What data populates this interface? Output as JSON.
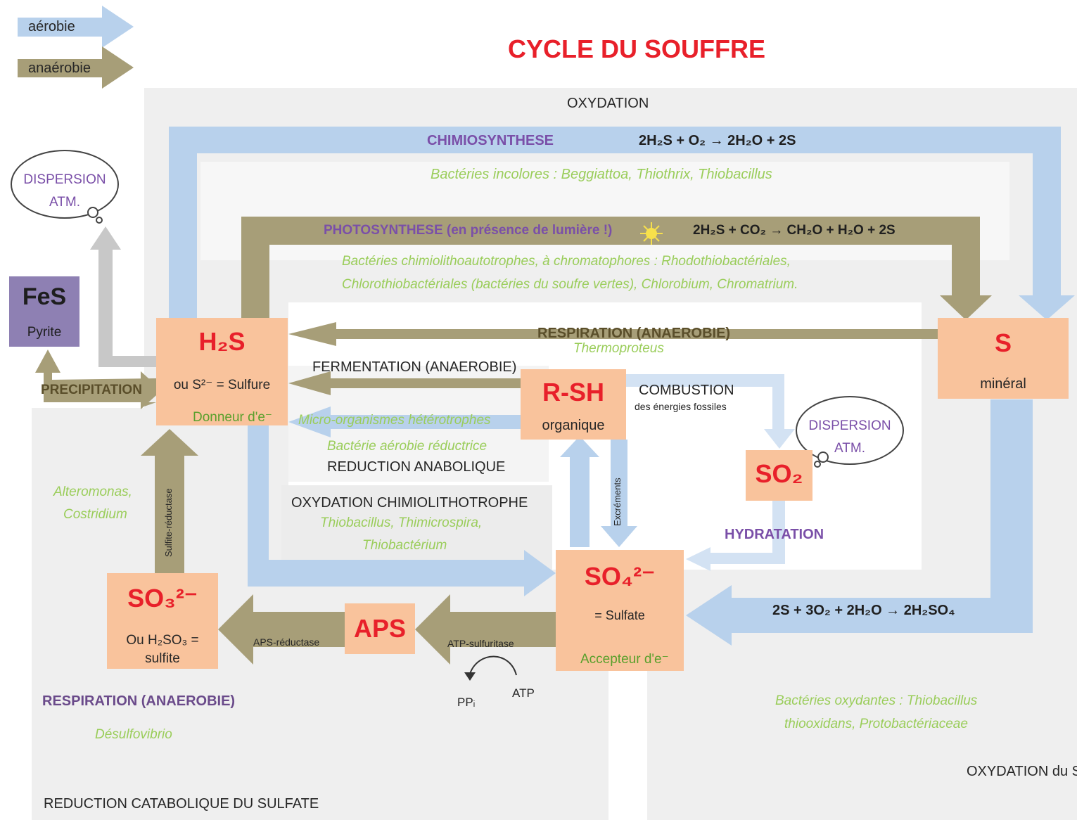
{
  "title": "CYCLE DU SOUFFRE",
  "legend": {
    "aerobic": "aérobie",
    "anaerobic": "anaérobie"
  },
  "colors": {
    "aerobic": "#b8d1ec",
    "anaerobic": "#a79e78",
    "box": "#f9c39c",
    "title": "#e8202a",
    "fes": "#8e80b3"
  },
  "labels": {
    "oxydation": "OXYDATION",
    "chimiosynthese": "CHIMIOSYNTHESE",
    "chimio_eq": "2H₂S + O₂ → 2H₂O + 2S",
    "chimio_bact": "Bactéries incolores : Beggiattoa, Thiothrix, Thiobacillus",
    "photosynthese": "PHOTOSYNTHESE (en présence de lumière !)",
    "photo_eq": "2H₂S + CO₂ → CH₂O + H₂O + 2S",
    "photo_bact1": "Bactéries chimiolithoautotrophes, à chromatophores : Rhodothiobactériales,",
    "photo_bact2": "Chlorothiobactériales (bactéries du soufre vertes), Chlorobium, Chromatrium.",
    "respiration_top": "RESPIRATION (ANAEROBIE)",
    "thermoproteus": "Thermoproteus",
    "fermentation": "FERMENTATION (ANAEROBIE)",
    "micro_org": "Micro-organismes hétérotrophes",
    "bact_aerobie": "Bactérie aérobie réductrice",
    "reduction_anabolique": "REDUCTION ANABOLIQUE",
    "oxydation_chimio": "OXYDATION CHIMIOLITHOTROPHE",
    "oxydation_chimio_bact1": "Thiobacillus, Thimicrospira,",
    "oxydation_chimio_bact2": "Thiobactérium",
    "combustion": "COMBUSTION",
    "combustion_sub": "des énergies fossiles",
    "excrements": "Excréments",
    "hydratation": "HYDRATATION",
    "dispersion_left": "DISPERSION ATM.",
    "dispersion_right": "DISPERSION ATM.",
    "precipitation": "PRECIPITATION",
    "alteromonas1": "Alteromonas,",
    "alteromonas2": "Costridium",
    "sulfite_reductase": "Sulfite-réductase",
    "aps_reductase": "APS-réductase",
    "atp_sulfuritase": "ATP-sulfuritase",
    "ppi": "PPᵢ",
    "atp": "ATP",
    "sulfate_eq": "2S + 3O₂ + 2H₂O → 2H₂SO₄",
    "respiration_bottom": "RESPIRATION (ANAEROBIE)",
    "desulfovibrio": "Désulfovibrio",
    "reduction_catabolique": "REDUCTION CATABOLIQUE DU SULFATE",
    "bact_oxydantes1": "Bactéries oxydantes : Thiobacillus",
    "bact_oxydantes2": "thiooxidans, Protobactériaceae",
    "oxydation_du_s": "OXYDATION du S"
  },
  "nodes": {
    "fes": {
      "formula": "FeS",
      "sub": "Pyrite"
    },
    "h2s": {
      "formula": "H₂S",
      "sub": "ou S²⁻ = Sulfure",
      "role": "Donneur d'e⁻"
    },
    "s": {
      "formula": "S",
      "sub": "minéral"
    },
    "rsh": {
      "formula": "R-SH",
      "sub": "organique"
    },
    "so2": {
      "formula": "SO₂"
    },
    "so4": {
      "formula": "SO₄²⁻",
      "sub": "= Sulfate",
      "role": "Accepteur d'e⁻"
    },
    "so3": {
      "formula": "SO₃²⁻",
      "sub1": "Ou H₂SO₃ =",
      "sub2": "sulfite"
    },
    "aps": {
      "formula": "APS"
    }
  }
}
